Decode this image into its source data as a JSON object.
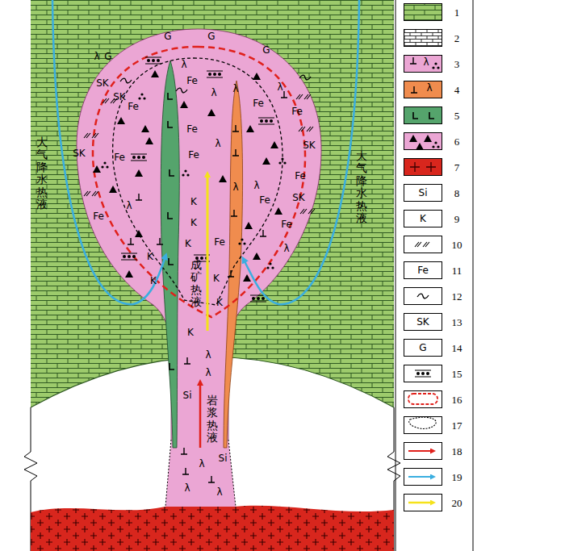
{
  "diagram": {
    "labels": [
      "大气降水热液",
      "大气降水热液",
      "成矿热液",
      "岩浆热液",
      "G",
      "G",
      "G",
      "G",
      "λ",
      "λ",
      "λ",
      "λ",
      "λ",
      "λ",
      "λ",
      "λ",
      "λ",
      "λ",
      "λ",
      "λ",
      "λ",
      "λ",
      "λ",
      "Fe",
      "Fe",
      "Fe",
      "Fe",
      "Fe",
      "Fe",
      "Fe",
      "Fe",
      "Fe",
      "Fe",
      "Fe",
      "Fe",
      "SK",
      "SK",
      "SK",
      "SK",
      "SK",
      "K",
      "K",
      "K",
      "K",
      "K",
      "K",
      "K",
      "K",
      "Si",
      "Si",
      "λ",
      "λ",
      "Si",
      "K",
      "Fe",
      "SK",
      "G"
    ],
    "legend": [
      {
        "text": "1",
        "color": "#9dcb6c"
      },
      {
        "text": "2"
      },
      {
        "text": "3",
        "color": "#eba6d4"
      },
      {
        "text": "4",
        "color": "#f08c4e"
      },
      {
        "text": "5",
        "color": "#55a46c"
      },
      {
        "text": "6",
        "color": "#eba6d4"
      },
      {
        "text": "7",
        "color": "#d8261d"
      },
      {
        "text": "8"
      },
      {
        "text": "9"
      },
      {
        "text": "10"
      },
      {
        "text": "11"
      },
      {
        "text": "12"
      },
      {
        "text": "13"
      },
      {
        "text": "14"
      },
      {
        "text": "15"
      },
      {
        "text": "16"
      },
      {
        "text": "17"
      },
      {
        "text": "18"
      },
      {
        "text": "19"
      },
      {
        "text": "20"
      }
    ]
  }
}
